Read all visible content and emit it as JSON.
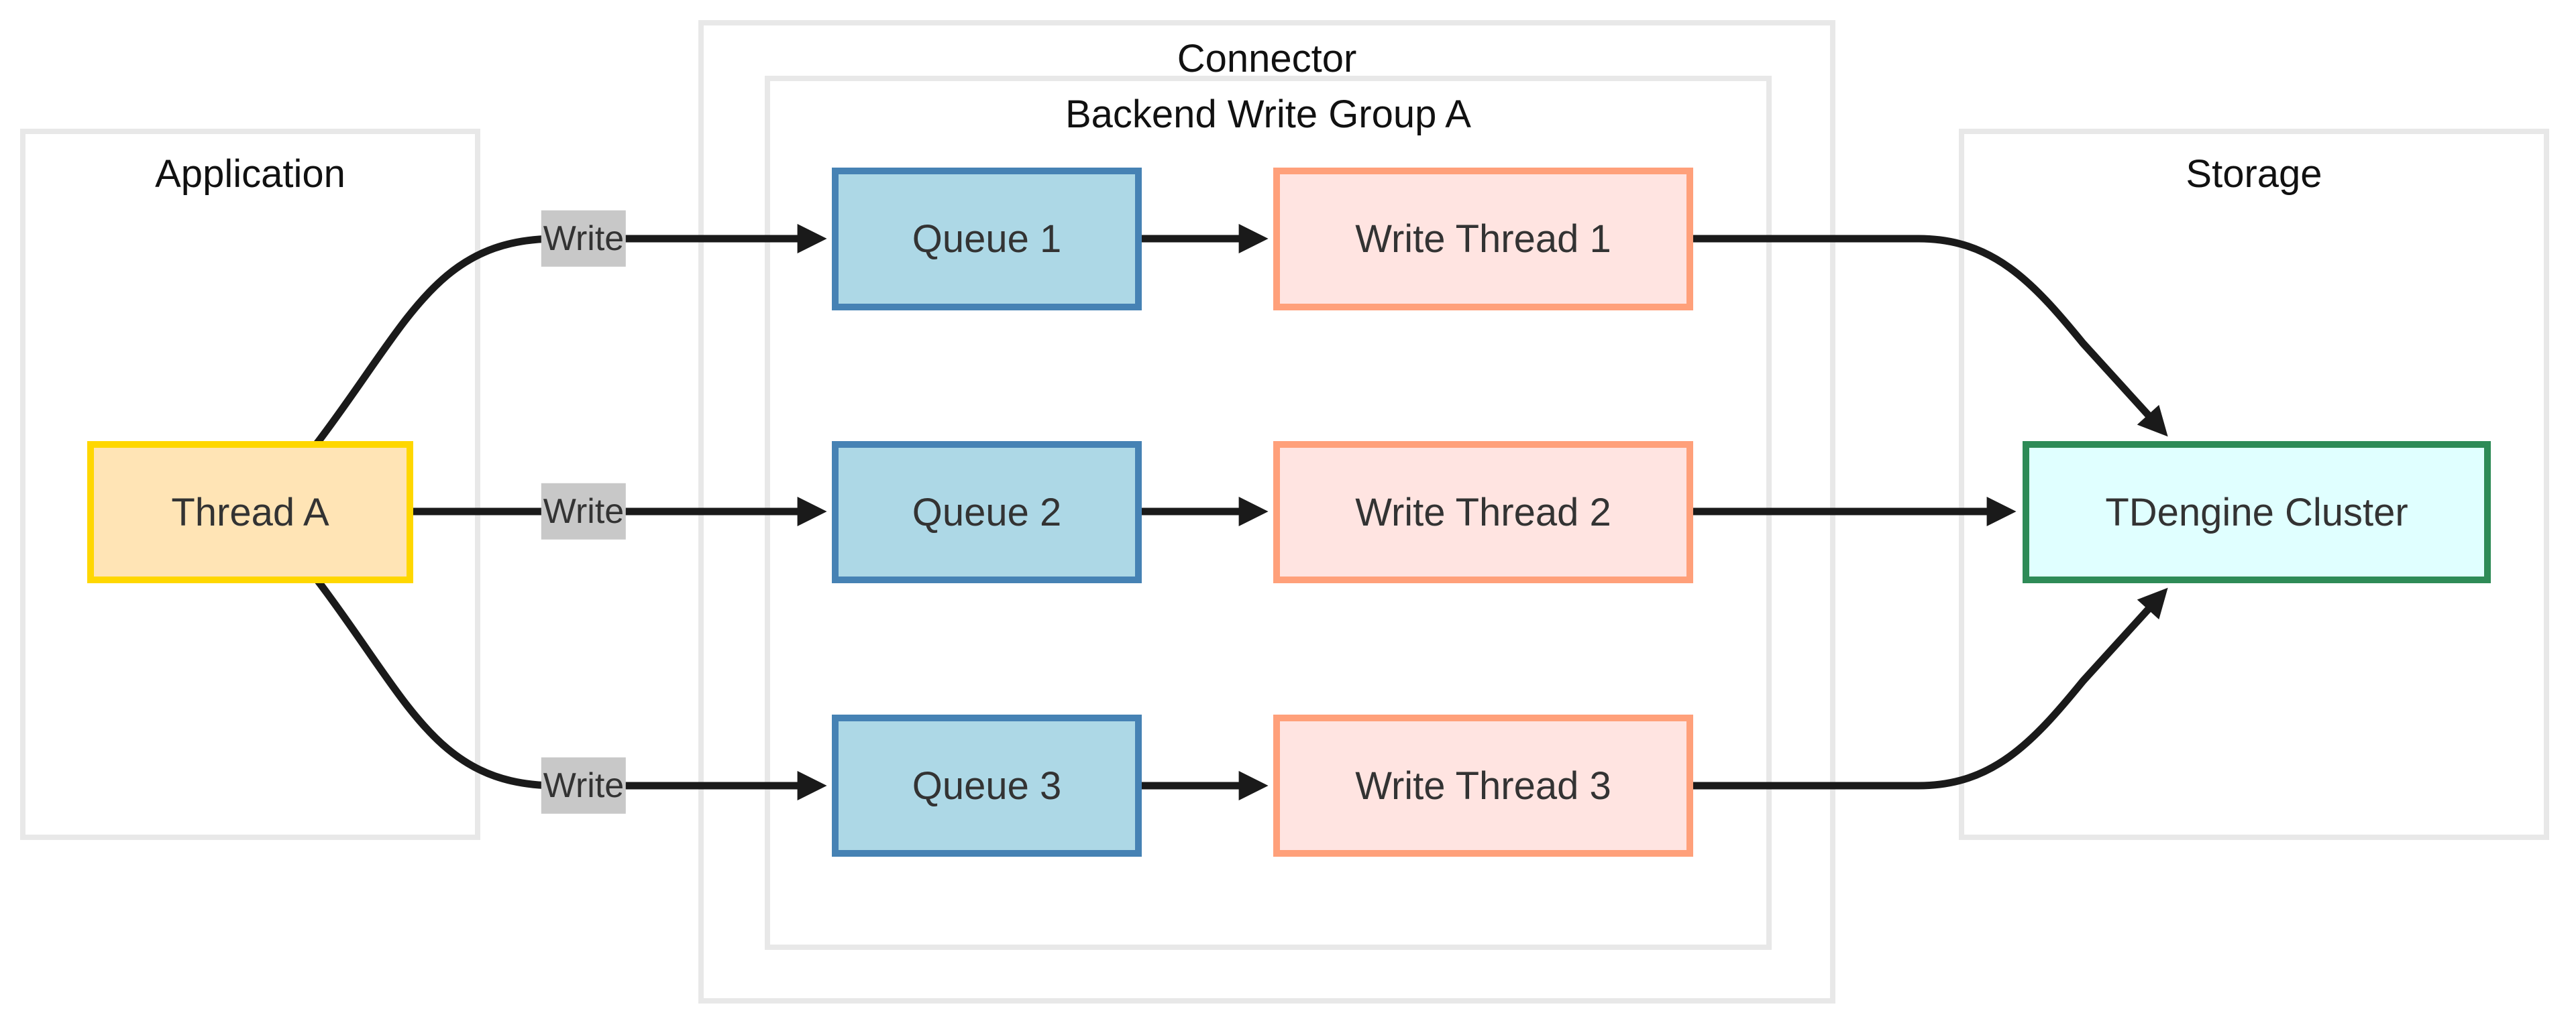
{
  "diagram": {
    "groups": {
      "application": {
        "label": "Application"
      },
      "connector": {
        "label": "Connector"
      },
      "backend_group": {
        "label": "Backend Write Group A"
      },
      "storage": {
        "label": "Storage"
      }
    },
    "nodes": {
      "thread_a": {
        "label": "Thread A",
        "fill": "#ffe4b5",
        "stroke": "#ffd700"
      },
      "queues": [
        {
          "label": "Queue 1",
          "fill": "#add8e6",
          "stroke": "#4682b4"
        },
        {
          "label": "Queue 2",
          "fill": "#add8e6",
          "stroke": "#4682b4"
        },
        {
          "label": "Queue 3",
          "fill": "#add8e6",
          "stroke": "#4682b4"
        }
      ],
      "write_threads": [
        {
          "label": "Write Thread 1",
          "fill": "#ffe4e1",
          "stroke": "#ffa07a"
        },
        {
          "label": "Write Thread 2",
          "fill": "#ffe4e1",
          "stroke": "#ffa07a"
        },
        {
          "label": "Write Thread 3",
          "fill": "#ffe4e1",
          "stroke": "#ffa07a"
        }
      ],
      "tdengine": {
        "label": "TDengine Cluster",
        "fill": "#e0ffff",
        "stroke": "#2e8b57"
      }
    },
    "edge_labels": [
      {
        "label": "Write"
      },
      {
        "label": "Write"
      },
      {
        "label": "Write"
      }
    ],
    "colors": {
      "cluster_border": "#e8e8e8",
      "edge_stroke": "#1a1a1a",
      "edge_label_bg": "#c8c8c8",
      "node_text": "#333333",
      "title_text": "#111111",
      "background": "#ffffff"
    }
  }
}
